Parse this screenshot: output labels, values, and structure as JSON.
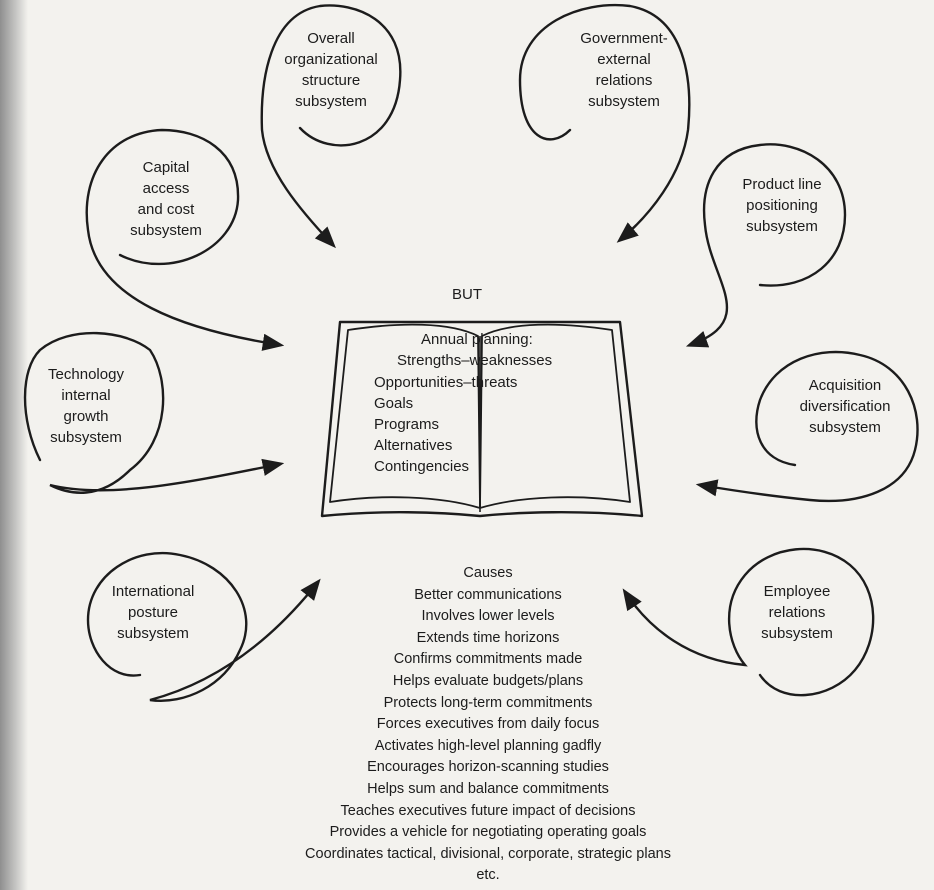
{
  "subsystems": {
    "overall": [
      "Overall",
      "organizational",
      "structure",
      "subsystem"
    ],
    "government": [
      "Government-",
      "external",
      "relations",
      "subsystem"
    ],
    "capital": [
      "Capital",
      "access",
      "and cost",
      "subsystem"
    ],
    "product": [
      "Product line",
      "positioning",
      "subsystem"
    ],
    "technology": [
      "Technology",
      "internal",
      "growth",
      "subsystem"
    ],
    "acquisition": [
      "Acquisition",
      "diversification",
      "subsystem"
    ],
    "international": [
      "International",
      "posture",
      "subsystem"
    ],
    "employee": [
      "Employee",
      "relations",
      "subsystem"
    ]
  },
  "but_label": "BUT",
  "book": {
    "heading": "Annual planning:",
    "lines": [
      "Strengths–weaknesses",
      "Opportunities–threats",
      "Goals",
      "Programs",
      "Alternatives",
      "Contingencies"
    ]
  },
  "causes": {
    "heading": "Causes",
    "items": [
      "Better communications",
      "Involves lower levels",
      "Extends time horizons",
      "Confirms commitments made",
      "Helps evaluate budgets/plans",
      "Protects long-term commitments",
      "Forces executives from daily focus",
      "Activates high-level planning gadfly",
      "Encourages horizon-scanning studies",
      "Helps sum and balance commitments",
      "Teaches executives future impact of decisions",
      "Provides a vehicle for negotiating operating goals",
      "Coordinates tactical, divisional, corporate, strategic plans",
      "etc."
    ]
  }
}
